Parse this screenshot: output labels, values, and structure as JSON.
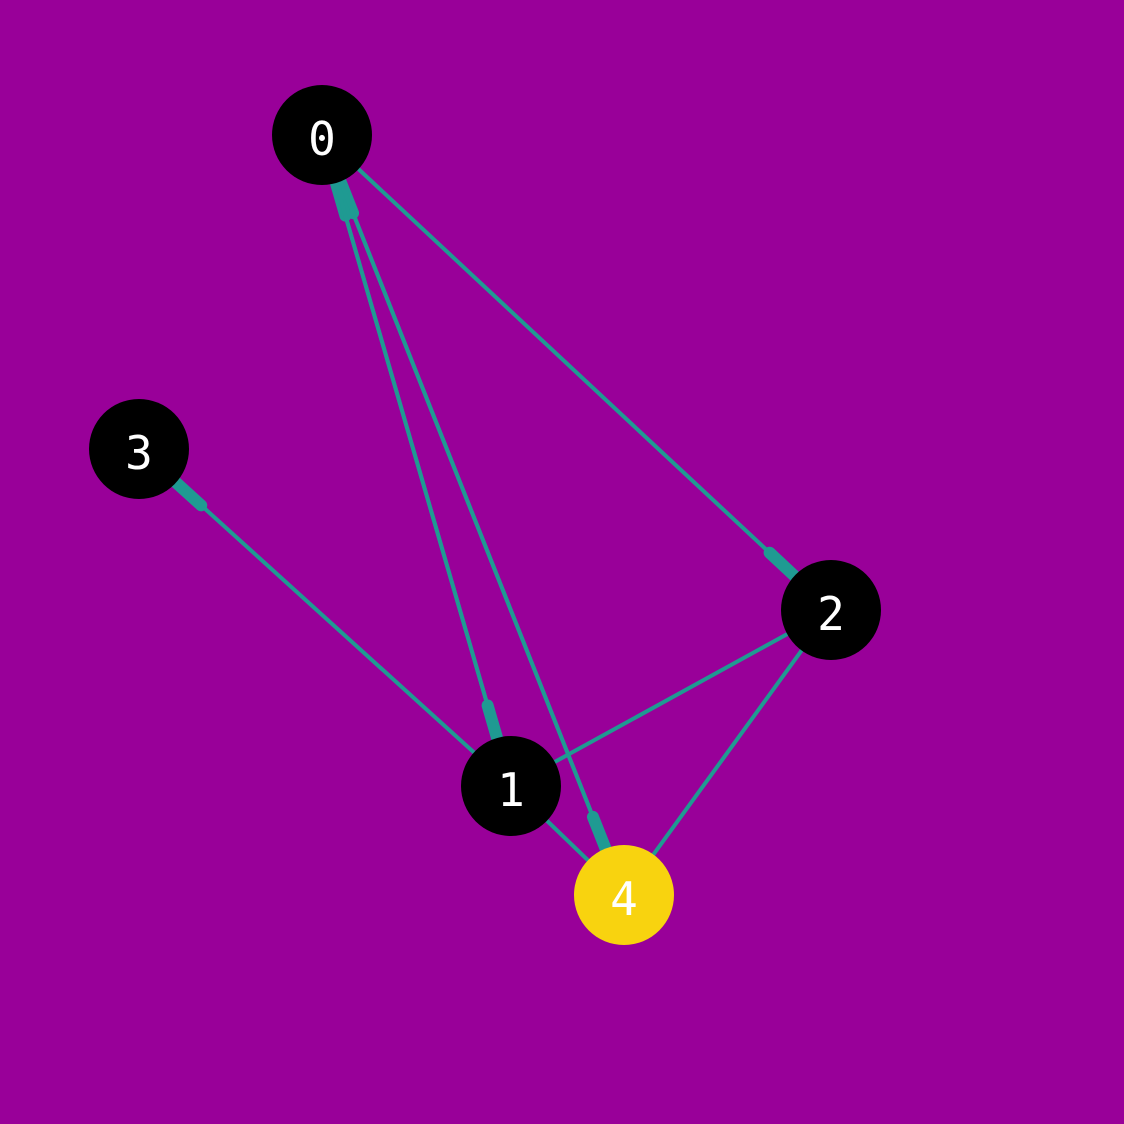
{
  "graph": {
    "background_color": "#990099",
    "edge_color": "#1f9a92",
    "nodes": [
      {
        "id": "0",
        "label": "0",
        "color": "#000000"
      },
      {
        "id": "1",
        "label": "1",
        "color": "#000000"
      },
      {
        "id": "2",
        "label": "2",
        "color": "#000000"
      },
      {
        "id": "3",
        "label": "3",
        "color": "#000000"
      },
      {
        "id": "4",
        "label": "4",
        "color": "#f8d30f"
      }
    ],
    "edges": [
      {
        "from": "1",
        "to": "0",
        "directed": true
      },
      {
        "from": "4",
        "to": "0",
        "directed": true
      },
      {
        "from": "0",
        "to": "1",
        "directed": true
      },
      {
        "from": "0",
        "to": "2",
        "directed": true
      },
      {
        "from": "0",
        "to": "4",
        "directed": true
      },
      {
        "from": "1",
        "to": "3",
        "directed": true
      },
      {
        "from": "1",
        "to": "4",
        "directed": false
      },
      {
        "from": "1",
        "to": "2",
        "directed": false
      },
      {
        "from": "2",
        "to": "4",
        "directed": false
      }
    ]
  }
}
